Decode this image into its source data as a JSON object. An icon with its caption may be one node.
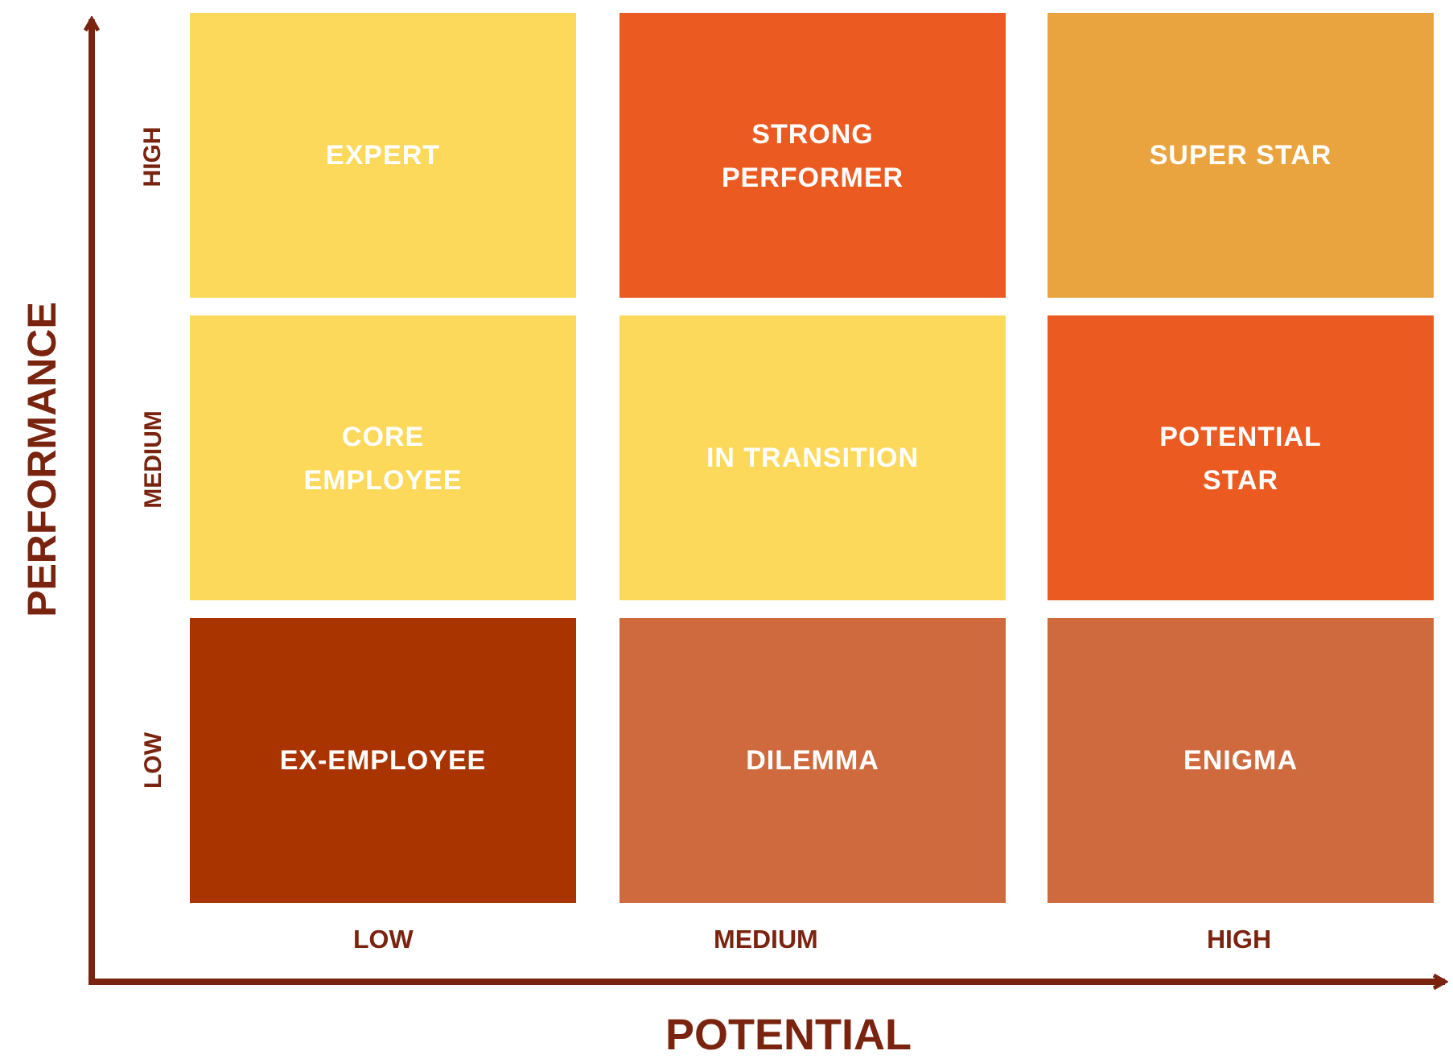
{
  "diagram": {
    "nodes": [
      {
        "text": [
          "EXPERT"
        ]
      },
      {
        "text": [
          "STRONG PERFORMER"
        ]
      },
      {
        "text": [
          "SUPER STAR"
        ]
      },
      {
        "text": [
          "CORE EMPLOYEE"
        ]
      },
      {
        "text": [
          "IN TRANSITION"
        ]
      },
      {
        "text": [
          "POTENTIAL STAR"
        ]
      },
      {
        "text": [
          "EX-EMPLOYEE"
        ]
      },
      {
        "text": [
          "DILEMMA"
        ]
      },
      {
        "text": [
          "ENIGMA"
        ]
      }
    ],
    "edges": [],
    "labels": [
      "HIGH",
      "MEDIUM",
      "LOW",
      "PERFORMANCE",
      "LOW",
      "MEDIUM",
      "HIGH",
      "POTENTIAL"
    ]
  }
}
